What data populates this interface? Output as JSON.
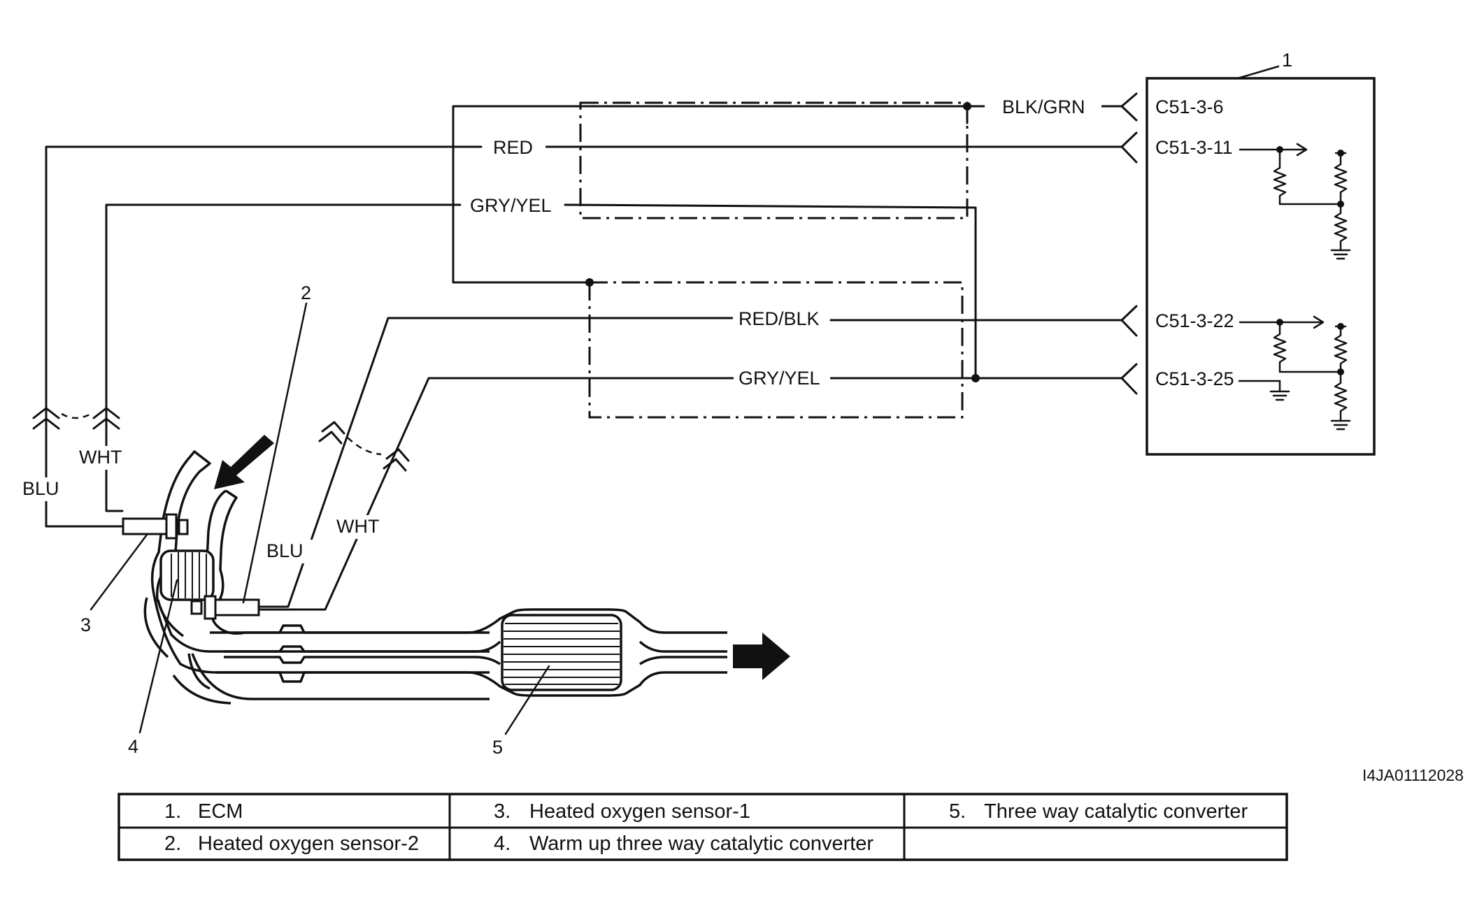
{
  "wires": {
    "blk_grn": "BLK/GRN",
    "red": "RED",
    "gry_yel_top": "GRY/YEL",
    "red_blk": "RED/BLK",
    "gry_yel_bottom": "GRY/YEL",
    "blu_left": "BLU",
    "wht_left": "WHT",
    "blu_right": "BLU",
    "wht_right": "WHT"
  },
  "terminals": {
    "t1": "C51-3-6",
    "t2": "C51-3-11",
    "t3": "C51-3-22",
    "t4": "C51-3-25"
  },
  "callouts": [
    "1",
    "2",
    "3",
    "4",
    "5"
  ],
  "figure_code": "I4JA01112028",
  "legend": [
    [
      {
        "num": "1.",
        "text": "ECM"
      },
      {
        "num": "3.",
        "text": "Heated oxygen sensor-1"
      },
      {
        "num": "5.",
        "text": "Three way catalytic converter"
      }
    ],
    [
      {
        "num": "2.",
        "text": "Heated oxygen sensor-2"
      },
      {
        "num": "4.",
        "text": "Warm up three way catalytic converter"
      },
      {
        "num": "",
        "text": ""
      }
    ]
  ]
}
